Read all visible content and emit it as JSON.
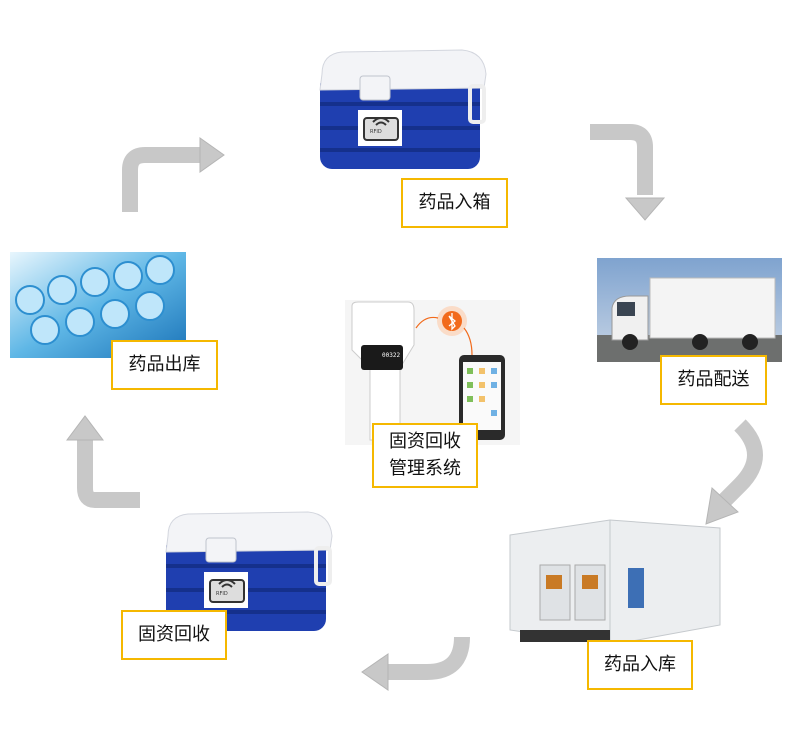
{
  "steps": [
    {
      "label": "药品入箱"
    },
    {
      "label": "药品配送"
    },
    {
      "label": "药品入库"
    },
    {
      "label": "固资回收"
    },
    {
      "label": "药品出库"
    }
  ],
  "center": {
    "line1": "固资回收",
    "line2": "管理系统",
    "device_readout": "00322"
  },
  "rfid_tag_text": "RFID",
  "colors": {
    "label_border": "#f5b800",
    "arrow": "#c8c8c8",
    "cooler_blue": "#1f3fb0",
    "bluetooth": "#f26a1b"
  }
}
